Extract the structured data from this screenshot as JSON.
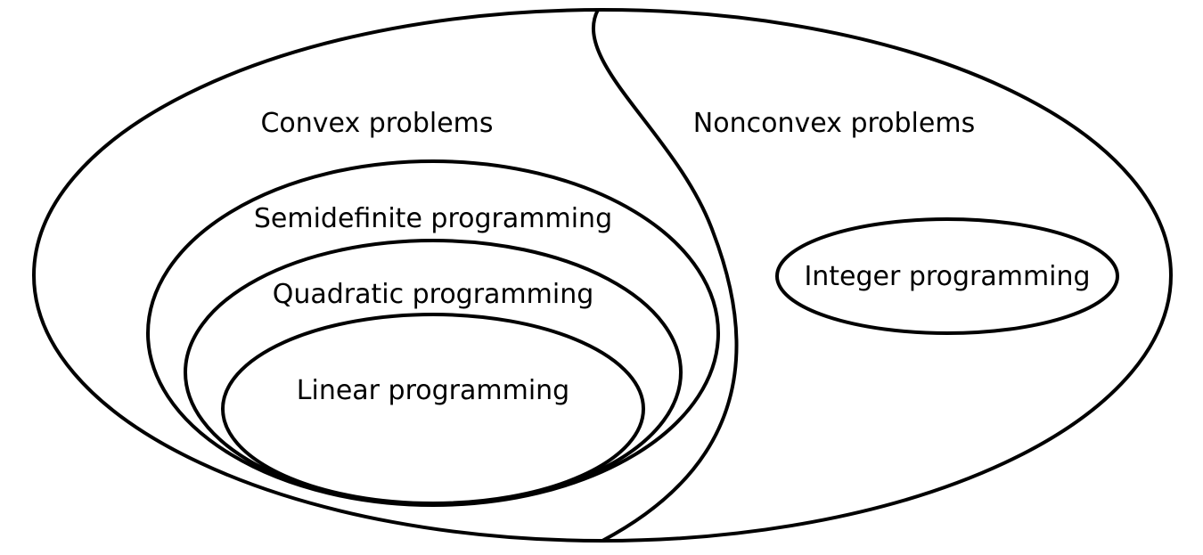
{
  "regions": {
    "convex": {
      "label": "Convex problems"
    },
    "nonconvex": {
      "label": "Nonconvex problems"
    },
    "semidefinite": {
      "label": "Semidefinite programming"
    },
    "quadratic": {
      "label": "Quadratic programming"
    },
    "linear": {
      "label": "Linear programming"
    },
    "integer": {
      "label": "Integer programming"
    }
  },
  "colors": {
    "stroke": "#000000",
    "background": "#ffffff"
  }
}
